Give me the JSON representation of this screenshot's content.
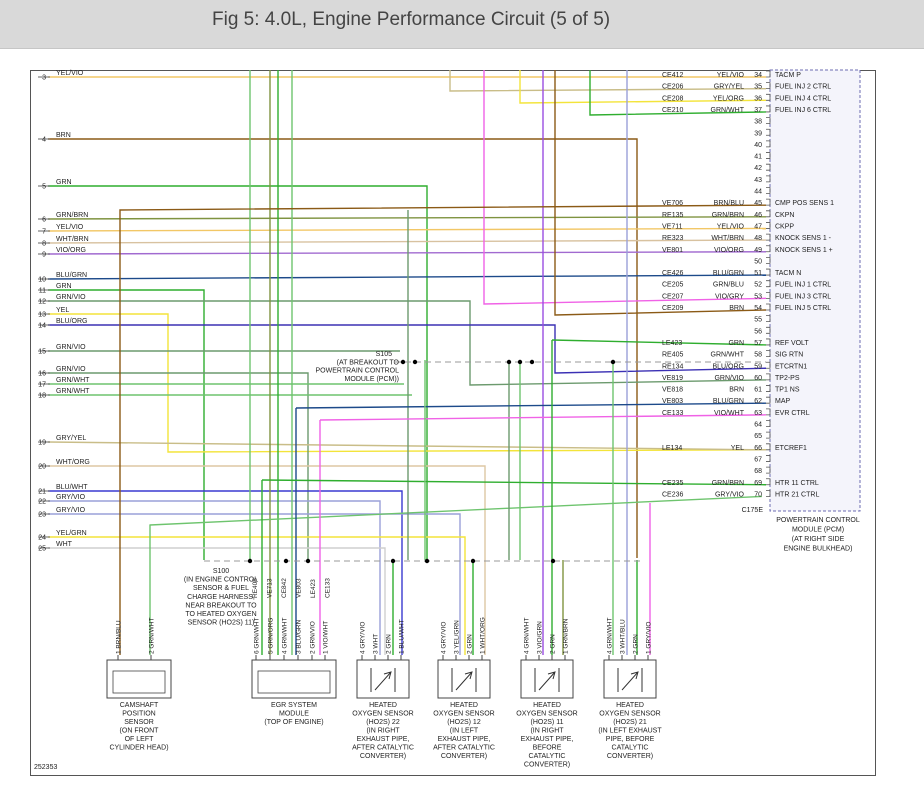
{
  "title": "Fig 5: 4.0L, Engine Performance Circuit (5 of 5)",
  "figure_number": "252353",
  "colors": {
    "yel": "#f3e43a",
    "yel_vio": "#f2c766",
    "brn": "#8b5a16",
    "grn": "#2fae2f",
    "grn_brn": "#7f9340",
    "grn_vio": "#6c9a6e",
    "grn_wht": "#6ec46e",
    "wht_brn": "#d8c2a0",
    "vio_org": "#a16ad0",
    "vio": "#9a4ee0",
    "blu": "#3a3ad0",
    "blu_grn": "#1d4a8a",
    "blu_org": "#3b30b4",
    "gry": "#9a9a9a",
    "gry_vio": "#9aa0d8",
    "gry_yel": "#c9bd88",
    "wht": "#cfcfcf",
    "wht_org": "#ddc7a4",
    "pink": "#f062e6",
    "tan": "#e0c8a0"
  },
  "left_pins": [
    {
      "num": "3",
      "label": "YEL/VIO"
    },
    {
      "num": "4",
      "label": "BRN"
    },
    {
      "num": "5",
      "label": "GRN"
    },
    {
      "num": "6",
      "label": "GRN/BRN"
    },
    {
      "num": "7",
      "label": "YEL/VIO"
    },
    {
      "num": "8",
      "label": "WHT/BRN"
    },
    {
      "num": "9",
      "label": "VIO/ORG"
    },
    {
      "num": "10",
      "label": "BLU/GRN"
    },
    {
      "num": "11",
      "label": "GRN"
    },
    {
      "num": "12",
      "label": "GRN/VIO"
    },
    {
      "num": "13",
      "label": "YEL"
    },
    {
      "num": "14",
      "label": "BLU/ORG"
    },
    {
      "num": "15",
      "label": "GRN/VIO"
    },
    {
      "num": "16",
      "label": "GRN/VIO"
    },
    {
      "num": "17",
      "label": "GRN/WHT"
    },
    {
      "num": "18",
      "label": "GRN/WHT"
    },
    {
      "num": "19",
      "label": "GRY/YEL"
    },
    {
      "num": "20",
      "label": "WHT/ORG"
    },
    {
      "num": "21",
      "label": "BLU/WHT"
    },
    {
      "num": "22",
      "label": "GRY/VIO"
    },
    {
      "num": "23",
      "label": "GRY/VIO"
    },
    {
      "num": "24",
      "label": "YEL/GRN"
    },
    {
      "num": "25",
      "label": "WHT"
    }
  ],
  "pcm_pins": [
    {
      "circuit": "CE412",
      "color": "YEL/VIO",
      "pin": "34",
      "name": "TACM P"
    },
    {
      "circuit": "CE206",
      "color": "GRY/YEL",
      "pin": "35",
      "name": "FUEL INJ 2 CTRL"
    },
    {
      "circuit": "CE208",
      "color": "YEL/ORG",
      "pin": "36",
      "name": "FUEL INJ 4 CTRL"
    },
    {
      "circuit": "CE210",
      "color": "GRN/WHT",
      "pin": "37",
      "name": "FUEL INJ 6 CTRL"
    },
    {
      "circuit": "",
      "color": "",
      "pin": "38",
      "name": ""
    },
    {
      "circuit": "",
      "color": "",
      "pin": "39",
      "name": ""
    },
    {
      "circuit": "",
      "color": "",
      "pin": "40",
      "name": ""
    },
    {
      "circuit": "",
      "color": "",
      "pin": "41",
      "name": ""
    },
    {
      "circuit": "",
      "color": "",
      "pin": "42",
      "name": ""
    },
    {
      "circuit": "",
      "color": "",
      "pin": "43",
      "name": ""
    },
    {
      "circuit": "",
      "color": "",
      "pin": "44",
      "name": ""
    },
    {
      "circuit": "VE706",
      "color": "BRN/BLU",
      "pin": "45",
      "name": "CMP POS SENS 1"
    },
    {
      "circuit": "RE135",
      "color": "GRN/BRN",
      "pin": "46",
      "name": "CKPN"
    },
    {
      "circuit": "VE711",
      "color": "YEL/VIO",
      "pin": "47",
      "name": "CKPP"
    },
    {
      "circuit": "RE323",
      "color": "WHT/BRN",
      "pin": "48",
      "name": "KNOCK SENS 1 -"
    },
    {
      "circuit": "VE801",
      "color": "VIO/ORG",
      "pin": "49",
      "name": "KNOCK SENS 1 +"
    },
    {
      "circuit": "",
      "color": "",
      "pin": "50",
      "name": ""
    },
    {
      "circuit": "CE426",
      "color": "BLU/GRN",
      "pin": "51",
      "name": "TACM N"
    },
    {
      "circuit": "CE205",
      "color": "GRN/BLU",
      "pin": "52",
      "name": "FUEL INJ 1 CTRL"
    },
    {
      "circuit": "CE207",
      "color": "VIO/GRY",
      "pin": "53",
      "name": "FUEL INJ 3 CTRL"
    },
    {
      "circuit": "CE209",
      "color": "BRN",
      "pin": "54",
      "name": "FUEL INJ 5 CTRL"
    },
    {
      "circuit": "",
      "color": "",
      "pin": "55",
      "name": ""
    },
    {
      "circuit": "",
      "color": "",
      "pin": "56",
      "name": ""
    },
    {
      "circuit": "LE423",
      "color": "GRN",
      "pin": "57",
      "name": "REF VOLT"
    },
    {
      "circuit": "RE405",
      "color": "GRN/WHT",
      "pin": "58",
      "name": "SIG RTN"
    },
    {
      "circuit": "RE134",
      "color": "BLU/ORG",
      "pin": "59",
      "name": "ETCRTN1"
    },
    {
      "circuit": "VE819",
      "color": "GRN/VIO",
      "pin": "60",
      "name": "TP2-PS"
    },
    {
      "circuit": "VE818",
      "color": "BRN",
      "pin": "61",
      "name": "TP1 NS"
    },
    {
      "circuit": "VE803",
      "color": "BLU/GRN",
      "pin": "62",
      "name": "MAP"
    },
    {
      "circuit": "CE133",
      "color": "VIO/WHT",
      "pin": "63",
      "name": "EVR CTRL"
    },
    {
      "circuit": "",
      "color": "",
      "pin": "64",
      "name": ""
    },
    {
      "circuit": "",
      "color": "",
      "pin": "65",
      "name": ""
    },
    {
      "circuit": "LE134",
      "color": "YEL",
      "pin": "66",
      "name": "ETCREF1"
    },
    {
      "circuit": "",
      "color": "",
      "pin": "67",
      "name": ""
    },
    {
      "circuit": "",
      "color": "",
      "pin": "68",
      "name": ""
    },
    {
      "circuit": "CE235",
      "color": "GRN/BRN",
      "pin": "69",
      "name": "HTR 11 CTRL"
    },
    {
      "circuit": "CE236",
      "color": "GRY/VIO",
      "pin": "70",
      "name": "HTR 21 CTRL"
    }
  ],
  "pcm": {
    "connector": "C175E",
    "label": [
      "POWERTRAIN CONTROL",
      "MODULE (PCM)",
      "(AT RIGHT SIDE",
      "ENGINE BULKHEAD)"
    ]
  },
  "splice_s105": {
    "label": [
      "S105",
      "(AT BREAKOUT TO",
      "POWERTRAIN CONTROL",
      "MODULE (PCM))"
    ]
  },
  "splice_s100": {
    "label": [
      "S100",
      "(IN ENGINE CONTROL",
      "SENSOR & FUEL",
      "CHARGE HARNESS,",
      "NEAR BREAKOUT TO",
      "TO HEATED OXYGEN",
      "SENSOR (HO2S) 11)"
    ]
  },
  "egr_circuits": [
    "RE405",
    "VE713",
    "CE842",
    "VE803",
    "LE423",
    "CE133"
  ],
  "components": [
    {
      "id": "cmp",
      "pins": [
        {
          "n": "1",
          "color": "BRN/BLU"
        },
        {
          "n": "2",
          "color": "GRN/WHT"
        }
      ],
      "label": [
        "CAMSHAFT",
        "POSITION",
        "SENSOR"
      ],
      "note": [
        "(ON FRONT",
        "OF LEFT",
        "CYLINDER HEAD)"
      ]
    },
    {
      "id": "egr",
      "pins": [
        {
          "n": "6",
          "color": "GRN/WHT"
        },
        {
          "n": "5",
          "color": "GRN/ORG"
        },
        {
          "n": "4",
          "color": "GRN/WHT"
        },
        {
          "n": "3",
          "color": "BLU/GRN"
        },
        {
          "n": "2",
          "color": "GRN/VIO"
        },
        {
          "n": "1",
          "color": "VIO/WHT"
        }
      ],
      "label": [
        "EGR SYSTEM",
        "MODULE"
      ],
      "note": [
        "(TOP OF ENGINE)"
      ]
    },
    {
      "id": "ho2s22",
      "pins": [
        {
          "n": "4",
          "color": "GRY/VIO"
        },
        {
          "n": "3",
          "color": "WHT"
        },
        {
          "n": "2",
          "color": "GRN"
        },
        {
          "n": "1",
          "color": "BLU/WHT"
        }
      ],
      "label": [
        "HEATED",
        "OXYGEN SENSOR",
        "(HO2S) 22"
      ],
      "note": [
        "(IN RIGHT",
        "EXHAUST PIPE,",
        "AFTER CATALYTIC",
        "CONVERTER)"
      ]
    },
    {
      "id": "ho2s12",
      "pins": [
        {
          "n": "4",
          "color": "GRY/VIO"
        },
        {
          "n": "3",
          "color": "YEL/GRN"
        },
        {
          "n": "2",
          "color": "GRN"
        },
        {
          "n": "1",
          "color": "WHT/ORG"
        }
      ],
      "label": [
        "HEATED",
        "OXYGEN SENSOR",
        "(HO2S) 12"
      ],
      "note": [
        "(IN LEFT",
        "EXHAUST PIPE,",
        "AFTER CATALYTIC",
        "CONVERTER)"
      ]
    },
    {
      "id": "ho2s11",
      "pins": [
        {
          "n": "4",
          "color": "GRN/WHT"
        },
        {
          "n": "3",
          "color": "VIO/GRN"
        },
        {
          "n": "2",
          "color": "GRN"
        },
        {
          "n": "1",
          "color": "GRN/BRN"
        }
      ],
      "label": [
        "HEATED",
        "OXYGEN SENSOR",
        "(HO2S) 11"
      ],
      "note": [
        "(IN RIGHT",
        "EXHAUST PIPE,",
        "BEFORE",
        "CATALYTIC",
        "CONVERTER)"
      ]
    },
    {
      "id": "ho2s21",
      "pins": [
        {
          "n": "4",
          "color": "GRN/WHT"
        },
        {
          "n": "3",
          "color": "WHT/BLU"
        },
        {
          "n": "2",
          "color": "GRN"
        },
        {
          "n": "1",
          "color": "GRY/VIO"
        }
      ],
      "label": [
        "HEATED",
        "OXYGEN SENSOR",
        "(HO2S) 21"
      ],
      "note": [
        "(IN LEFT EXHAUST",
        "PIPE, BEFORE",
        "CATALYTIC",
        "CONVERTER)"
      ]
    }
  ]
}
